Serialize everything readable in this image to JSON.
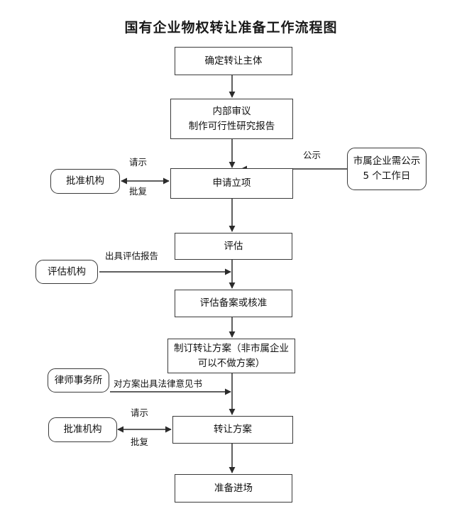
{
  "title": "国有企业物权转让准备工作流程图",
  "theme": {
    "stroke": "#3a3a3a",
    "text": "#111111",
    "background": "#ffffff"
  },
  "nodes": {
    "determine_subject": {
      "label": "确定转让主体",
      "shape": "rect"
    },
    "internal_review": {
      "line1": "内部审议",
      "line2": "制作可行性研究报告",
      "shape": "rect"
    },
    "approval_org_top": {
      "label": "批准机构",
      "shape": "rounded"
    },
    "apply_project": {
      "label": "申请立项",
      "shape": "rect"
    },
    "city_publicity": {
      "line1": "市属企业需公示",
      "line2": "5 个工作日",
      "shape": "rounded"
    },
    "assessment": {
      "label": "评估",
      "shape": "rect"
    },
    "assessment_org": {
      "label": "评估机构",
      "shape": "rounded"
    },
    "assessment_filing": {
      "label": "评估备案或核准",
      "shape": "rect"
    },
    "draft_plan": {
      "line1": "制订转让方案（非市属企业",
      "line2": "可以不做方案）",
      "shape": "rect"
    },
    "law_firm": {
      "label": "律师事务所",
      "shape": "rounded"
    },
    "approval_org_bottom": {
      "label": "批准机构",
      "shape": "rounded"
    },
    "transfer_plan": {
      "label": "转让方案",
      "shape": "rect"
    },
    "prepare_entry": {
      "label": "准备进场",
      "shape": "rect"
    }
  },
  "edge_labels": {
    "request_top": "请示",
    "reply_top": "批复",
    "publicity": "公示",
    "assessment_report": "出具评估报告",
    "legal_opinion": "对方案出具法律意见书",
    "request_bottom": "请示",
    "reply_bottom": "批复"
  }
}
